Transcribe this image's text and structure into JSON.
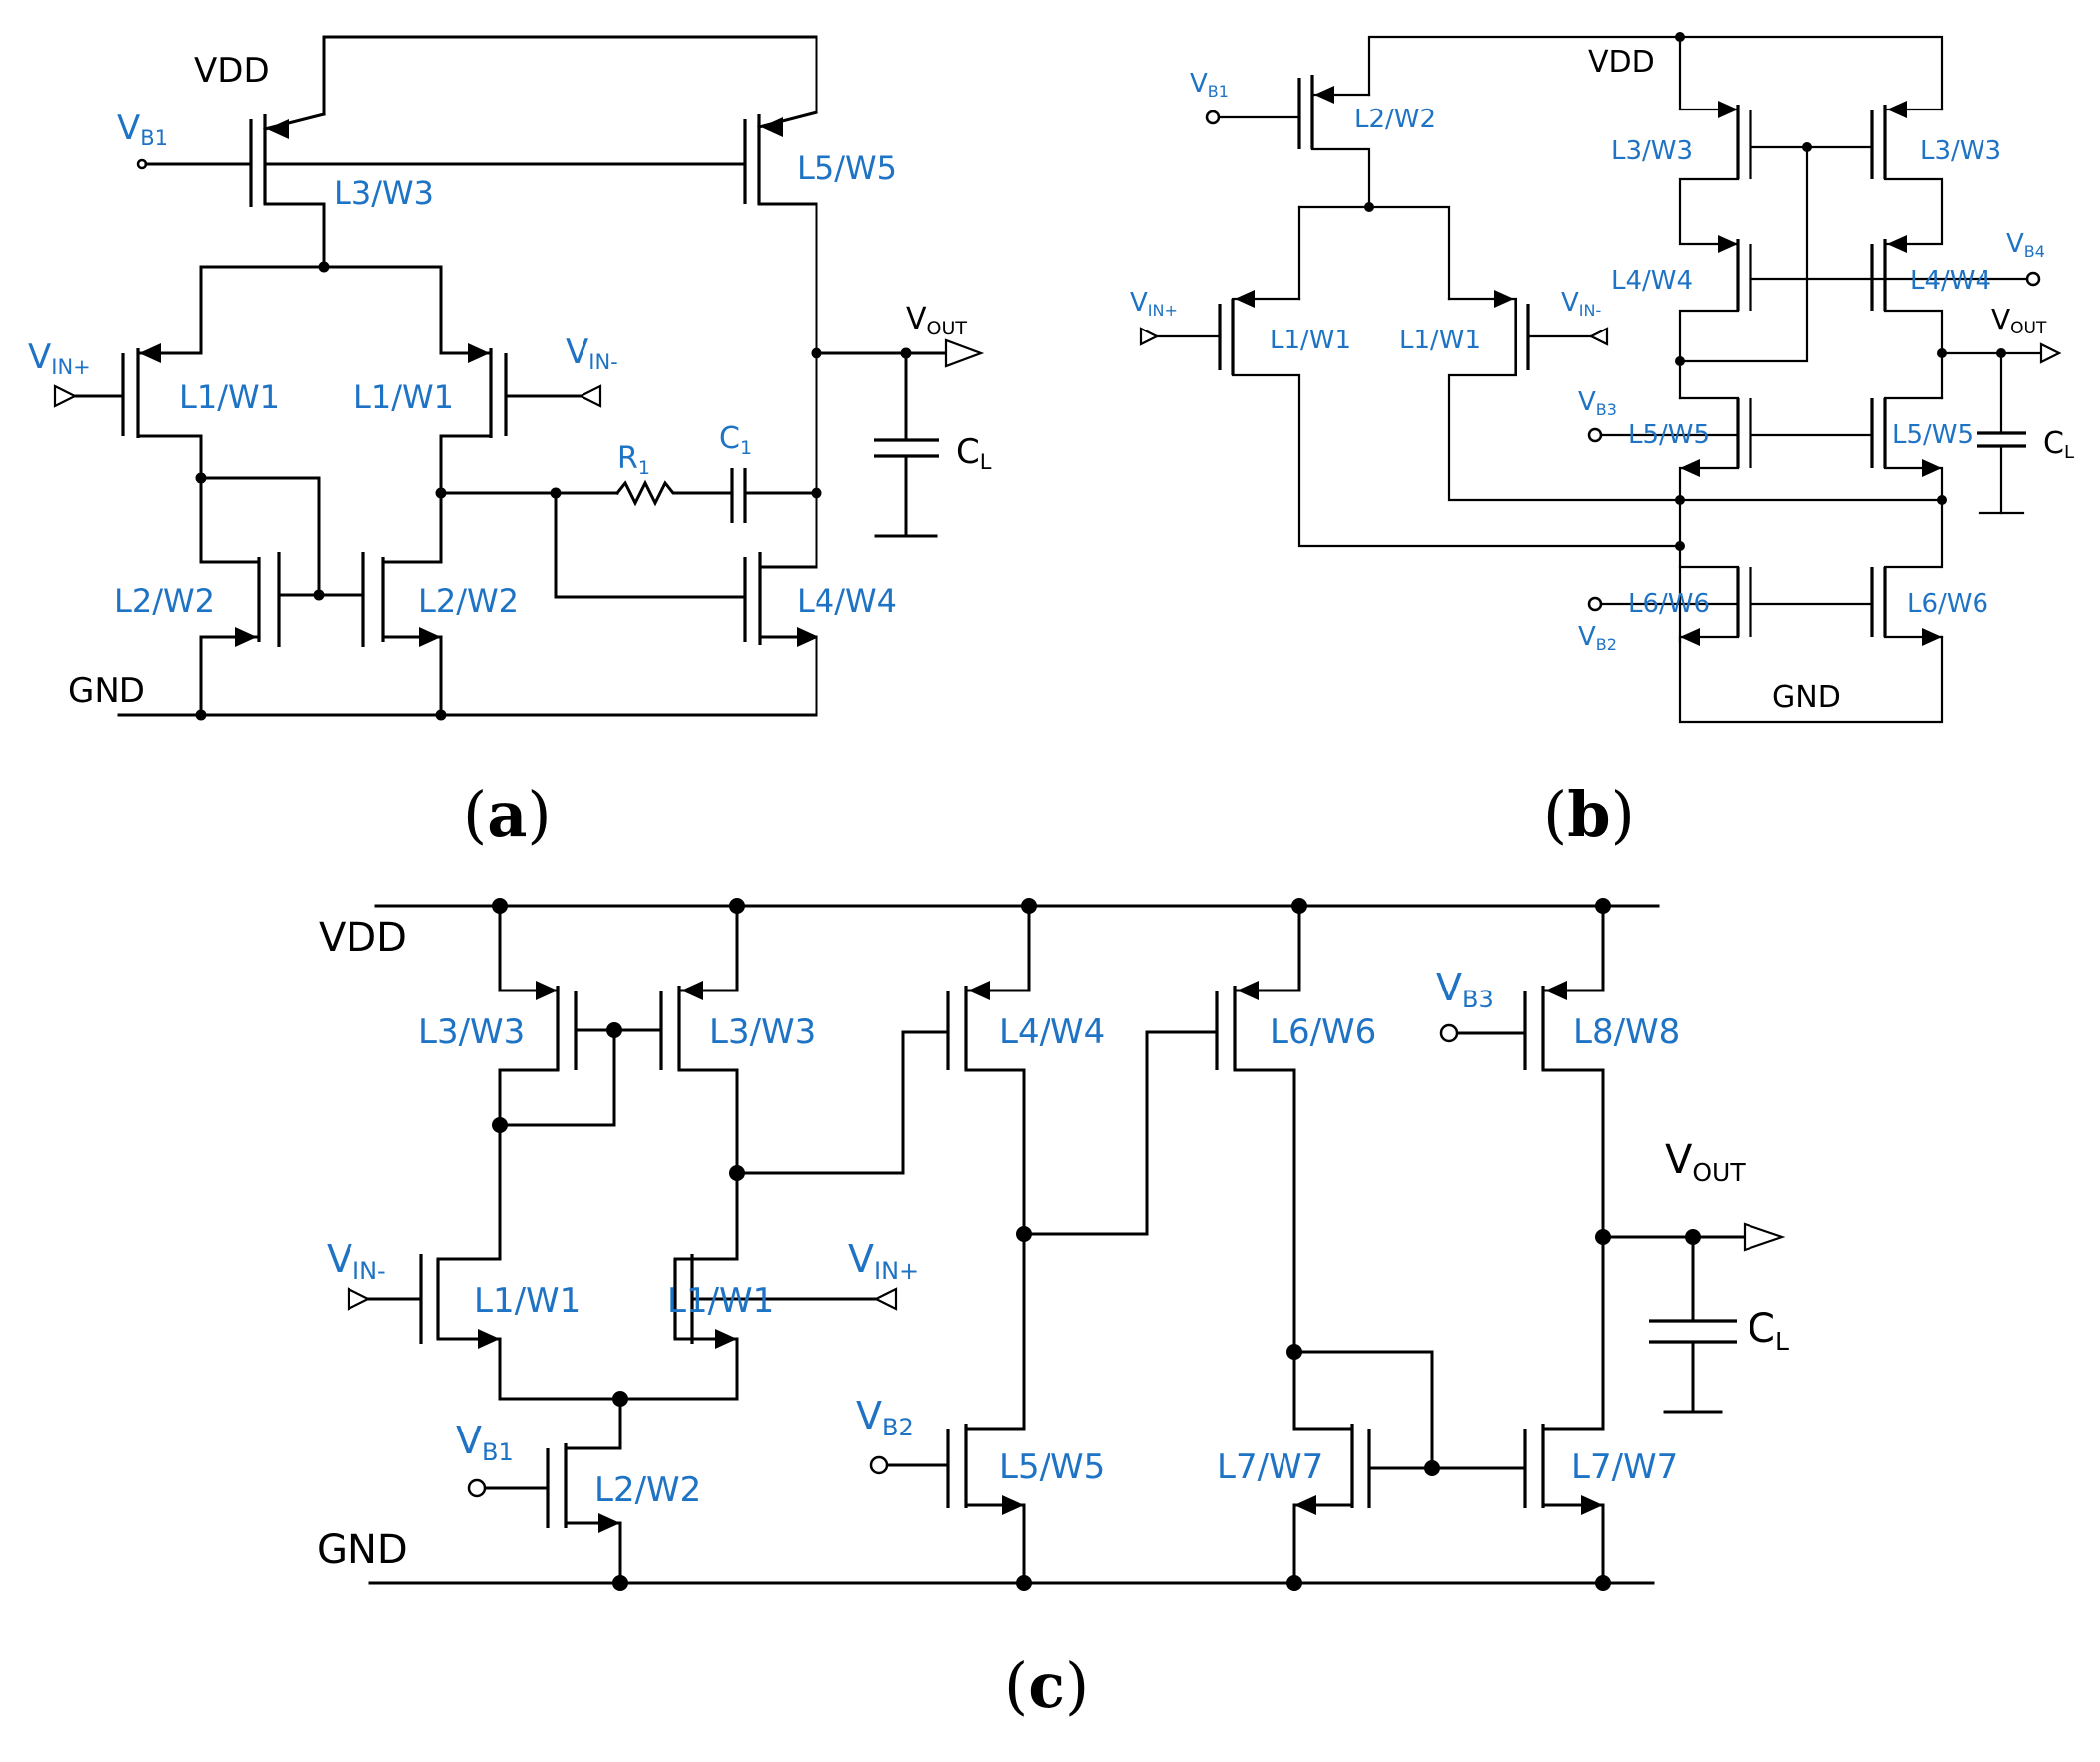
{
  "panels": {
    "a": {
      "caption_open": "(",
      "caption_letter": "a",
      "caption_close": ")",
      "vdd": "VDD",
      "gnd": "GND",
      "vb1": {
        "main": "V",
        "sub": "B1"
      },
      "vin_plus": {
        "main": "V",
        "sub": "IN+"
      },
      "vin_minus": {
        "main": "V",
        "sub": "IN-"
      },
      "vout": {
        "main": "V",
        "sub": "OUT"
      },
      "r1": {
        "main": "R",
        "sub": "1"
      },
      "c1": {
        "main": "C",
        "sub": "1"
      },
      "cl": {
        "main": "C",
        "sub": "L"
      },
      "transistors": {
        "m3": "L3/W3",
        "m5": "L5/W5",
        "m1a": "L1/W1",
        "m1b": "L1/W1",
        "m2a": "L2/W2",
        "m2b": "L2/W2",
        "m4": "L4/W4"
      }
    },
    "b": {
      "caption_open": "(",
      "caption_letter": "b",
      "caption_close": ")",
      "vdd": "VDD",
      "gnd": "GND",
      "vb1": {
        "main": "V",
        "sub": "B1"
      },
      "vb2": {
        "main": "V",
        "sub": "B2"
      },
      "vb3": {
        "main": "V",
        "sub": "B3"
      },
      "vb4": {
        "main": "V",
        "sub": "B4"
      },
      "vin_plus": {
        "main": "V",
        "sub": "IN+"
      },
      "vin_minus": {
        "main": "V",
        "sub": "IN-"
      },
      "vout": {
        "main": "V",
        "sub": "OUT"
      },
      "cl": {
        "main": "C",
        "sub": "L"
      },
      "transistors": {
        "m2": "L2/W2",
        "m1a": "L1/W1",
        "m1b": "L1/W1",
        "m3a": "L3/W3",
        "m3b": "L3/W3",
        "m4a": "L4/W4",
        "m4b": "L4/W4",
        "m5a": "L5/W5",
        "m5b": "L5/W5",
        "m6a": "L6/W6",
        "m6b": "L6/W6"
      }
    },
    "c": {
      "caption_open": "(",
      "caption_letter": "c",
      "caption_close": ")",
      "vdd": "VDD",
      "gnd": "GND",
      "vb1": {
        "main": "V",
        "sub": "B1"
      },
      "vb2": {
        "main": "V",
        "sub": "B2"
      },
      "vb3": {
        "main": "V",
        "sub": "B3"
      },
      "vin_plus": {
        "main": "V",
        "sub": "IN+"
      },
      "vin_minus": {
        "main": "V",
        "sub": "IN-"
      },
      "vout": {
        "main": "V",
        "sub": "OUT"
      },
      "cl": {
        "main": "C",
        "sub": "L"
      },
      "transistors": {
        "m3a": "L3/W3",
        "m3b": "L3/W3",
        "m4": "L4/W4",
        "m6": "L6/W6",
        "m8": "L8/W8",
        "m1a": "L1/W1",
        "m1b": "L1/W1",
        "m2": "L2/W2",
        "m5": "L5/W5",
        "m7a": "L7/W7",
        "m7b": "L7/W7"
      }
    }
  },
  "colors": {
    "label": "#1f73c4",
    "wire": "#000000"
  }
}
